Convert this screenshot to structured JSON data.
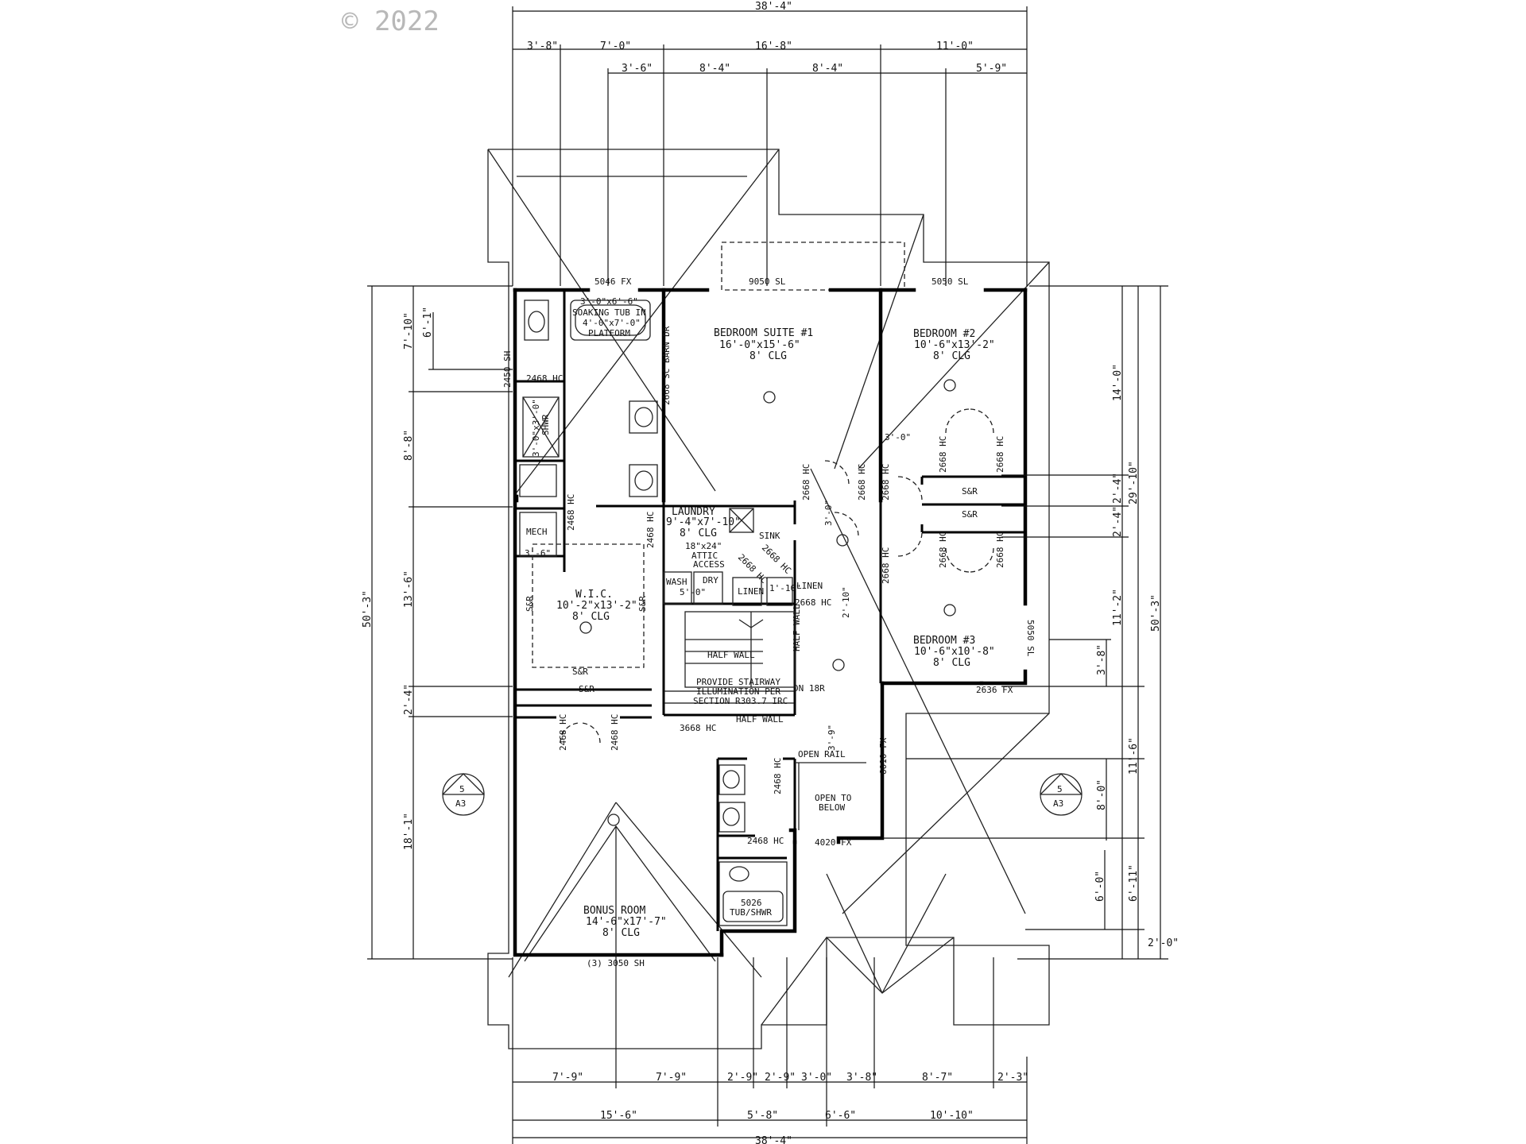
{
  "copyright": "© 2022",
  "top_dims": {
    "overall": "38'-4\"",
    "row1": [
      "3'-8\"",
      "7'-0\"",
      "16'-8\"",
      "11'-0\""
    ],
    "row2": [
      "3'-6\"",
      "8'-4\"",
      "8'-4\"",
      "5'-9\""
    ]
  },
  "bottom_dims": {
    "row1": [
      "7'-9\"",
      "7'-9\"",
      "2'-9\"",
      "2'-9\"",
      "3'-0\"",
      "3'-8\"",
      "8'-7\"",
      "2'-3\""
    ],
    "row2": [
      "15'-6\"",
      "5'-8\"",
      "6'-6\"",
      "10'-10\""
    ],
    "overall": "38'-4\""
  },
  "left_dims": {
    "overall": "50'-3\"",
    "segments": [
      "7'-10\"",
      "8'-8\"",
      "13'-6\"",
      "2'-4\"",
      "18'-1\""
    ],
    "inner": "6'-1\""
  },
  "right_dims": {
    "overall": "50'-3\"",
    "total": "29'-10\"",
    "col_a": [
      "14'-0\"",
      "2'-4\"",
      "2'-4\"",
      "11'-2\""
    ],
    "col_b": [
      "3'-8\"",
      "11'-6\"",
      "6'-11\"",
      "2'-0\""
    ],
    "col_c": [
      "8'-0\"",
      "6'-0\""
    ]
  },
  "rooms": [
    {
      "name": "BEDROOM SUITE #1",
      "size": "16'-0\"x15'-6\"",
      "clg": "8' CLG"
    },
    {
      "name": "BEDROOM #2",
      "size": "10'-6\"x13'-2\"",
      "clg": "8' CLG"
    },
    {
      "name": "BEDROOM #3",
      "size": "10'-6\"x10'-8\"",
      "clg": "8' CLG"
    },
    {
      "name": "W.I.C.",
      "size": "10'-2\"x13'-2\"",
      "clg": "8' CLG"
    },
    {
      "name": "LAUNDRY",
      "size": "9'-4\"x7'-10\"",
      "clg": "8' CLG"
    },
    {
      "name": "BONUS ROOM",
      "size": "14'-6\"x17'-7\"",
      "clg": "8' CLG"
    }
  ],
  "windows": {
    "w1": "5046 FX",
    "w2": "9050 SL",
    "w3": "5050 SL",
    "w4": "5050 SL",
    "w5": "2636 FX",
    "w6": "6010 FX",
    "w7": "4020 FX",
    "w8": "(3) 3050 SH",
    "w9": "2450 SH"
  },
  "doors": {
    "d1": "2468 HC",
    "d2": "2668 SC BARN DR",
    "d3": "2668 HC",
    "d4": "2668 HC",
    "d5": "2668 HC",
    "d6": "2668 HC",
    "d7": "2668 HC",
    "d8": "2668 HC",
    "d9": "2668 HC",
    "d10": "2668 HC",
    "d11": "2468 HC",
    "d12": "2468 HC",
    "d13": "2668 HC",
    "d14": "2668 HC",
    "d15": "2668 HC",
    "d16": "3668 HC",
    "d17": "2468 HC",
    "d18": "2468 HC",
    "d19": "2468 HC",
    "d20": "2468 HC"
  },
  "labels": {
    "tub": [
      "3'-0\"x6'-6\"",
      "SOAKING TUB IN",
      "4'-0\"x7'-0\"",
      "PLATFORM"
    ],
    "shower": [
      "3'-0\"x3'-0\"",
      "SHWR"
    ],
    "mech": "MECH",
    "mech_dim": "3'-6\"",
    "sr1": "S&R",
    "sr2": "S&R",
    "sr3": "S&R",
    "sr4": "S&R",
    "sr5": "S&R",
    "sr6": "S&R",
    "sink": "SINK",
    "attic": [
      "18\"x24\"",
      "ATTIC",
      "ACCESS"
    ],
    "wash": "WASH",
    "dry": "DRY",
    "wd_dim": "5'-0\"",
    "linen1": "LINEN",
    "linen2": "LINEN",
    "linen_dim": "1'-10\"",
    "half_wall1": "HALF WALL",
    "half_wall2": "HALF WALL",
    "half_wall3": "HALF WALL",
    "stair_note": [
      "PROVIDE STAIRWAY",
      "ILLUMINATION PER",
      "SECTION R303.7 IRC"
    ],
    "dn": "DN 18R",
    "open_rail": "OPEN RAIL",
    "open_below": [
      "OPEN TO",
      "BELOW"
    ],
    "tub_shwr": [
      "5026",
      "TUB/SHWR"
    ],
    "closet_dim": "3'-0\"",
    "dim_a": "2'-10\"",
    "dim_b": "3'-0\"",
    "dim_c": "3'-9\""
  },
  "section_marks": [
    {
      "num": "5",
      "sheet": "A3"
    },
    {
      "num": "5",
      "sheet": "A3"
    }
  ]
}
